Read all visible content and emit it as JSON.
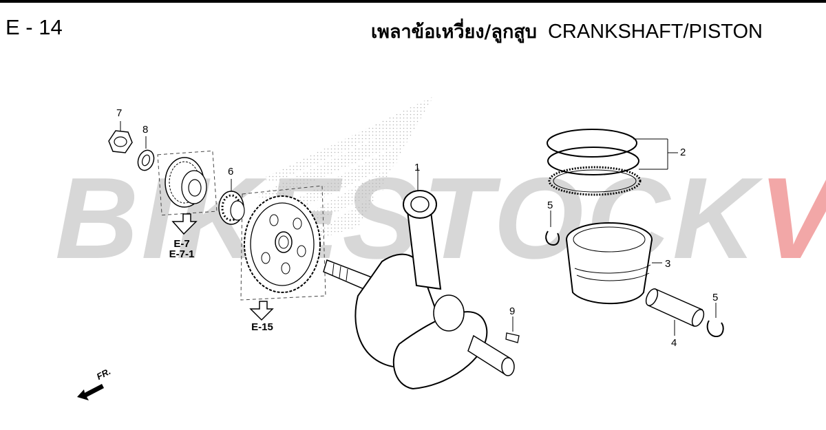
{
  "header": {
    "page_code": "E - 14",
    "title_thai": "เพลาข้อเหวี่ยง/ลูกสูบ",
    "title_english": "CRANKSHAFT/PISTON"
  },
  "watermark": {
    "text_main": "BIKESTOCK",
    "text_accent": "VN",
    "accent_color": "#e12d2d"
  },
  "callouts": [
    {
      "num": "1",
      "part": "crankshaft-connecting-rod"
    },
    {
      "num": "2",
      "part": "piston-ring-set"
    },
    {
      "num": "3",
      "part": "piston"
    },
    {
      "num": "4",
      "part": "piston-pin"
    },
    {
      "num": "5",
      "part": "piston-pin-clip-upper"
    },
    {
      "num": "5",
      "part": "piston-pin-clip-lower"
    },
    {
      "num": "6",
      "part": "needle-bearing"
    },
    {
      "num": "7",
      "part": "nut"
    },
    {
      "num": "8",
      "part": "washer"
    },
    {
      "num": "9",
      "part": "woodruff-key"
    }
  ],
  "references": {
    "ref_a_line1": "E-7",
    "ref_a_line2": "E-7-1",
    "ref_b": "E-15"
  },
  "direction": {
    "label": "FR."
  }
}
